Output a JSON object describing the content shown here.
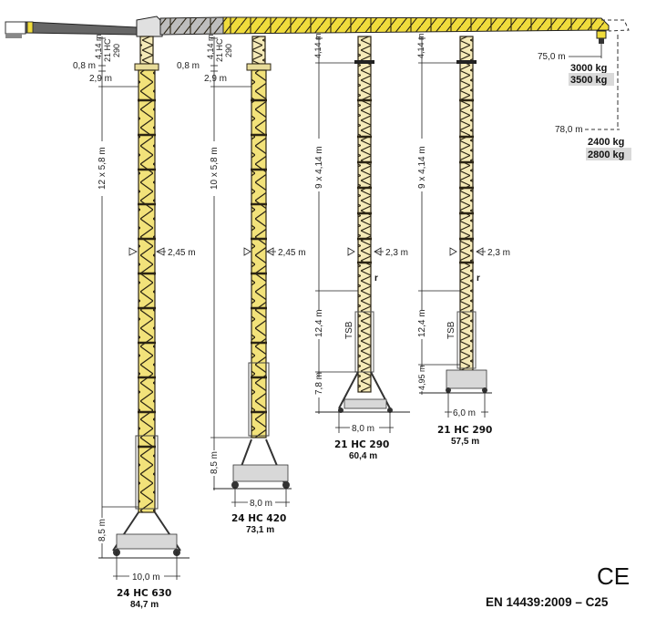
{
  "jib": {
    "radius_main": "75,0 m",
    "load_main_std": "3000 kg",
    "load_main_opt": "3500 kg",
    "radius_ext": "78,0 m",
    "load_ext_std": "2400 kg",
    "load_ext_opt": "2800 kg"
  },
  "cranes": [
    {
      "model": "24 HC 630",
      "height": "84,7 m",
      "top_section": "4,14 m",
      "top_section_type": "21 HC",
      "top_section_type2": "290",
      "ring": "0,8 m",
      "adapter": "2,9 m",
      "sections": "12 x 5,8 m",
      "mast_width": "2,45 m",
      "base_height": "8,5 m",
      "base_width": "10,0 m"
    },
    {
      "model": "24 HC 420",
      "height": "73,1 m",
      "top_section": "4,14 m",
      "top_section_type": "21 HC",
      "top_section_type2": "290",
      "ring": "0,8 m",
      "adapter": "2,9 m",
      "sections": "10 x 5,8 m",
      "mast_width": "2,45 m",
      "base_height": "8,5 m",
      "base_width": "8,0 m"
    },
    {
      "model": "21 HC 290",
      "height": "60,4 m",
      "top_section": "4,14 m",
      "sections": "9 x 4,14 m",
      "mast_width": "2,3 m",
      "reinforced_mark": "r",
      "tsb_label": "TSB",
      "tsb_height": "12,4 m",
      "base_height": "7,8 m",
      "base_width": "8,0 m"
    },
    {
      "model": "21 HC 290",
      "height": "57,5 m",
      "top_section": "4,14 m",
      "sections": "9 x 4,14 m",
      "mast_width": "2,3 m",
      "reinforced_mark": "r",
      "tsb_label": "TSB",
      "tsb_height": "12,4 m",
      "base_height": "4,95 m",
      "base_width": "6,0 m"
    }
  ],
  "footer": {
    "ce_mark": "CE",
    "standard": "EN 14439:2009 – C25"
  },
  "colors": {
    "mast_yellow": "#f2e27a",
    "jib_yellow": "#f0dc3c",
    "counterjib_grey": "#bdbdbd",
    "load_highlight": "#d9d9d9"
  }
}
